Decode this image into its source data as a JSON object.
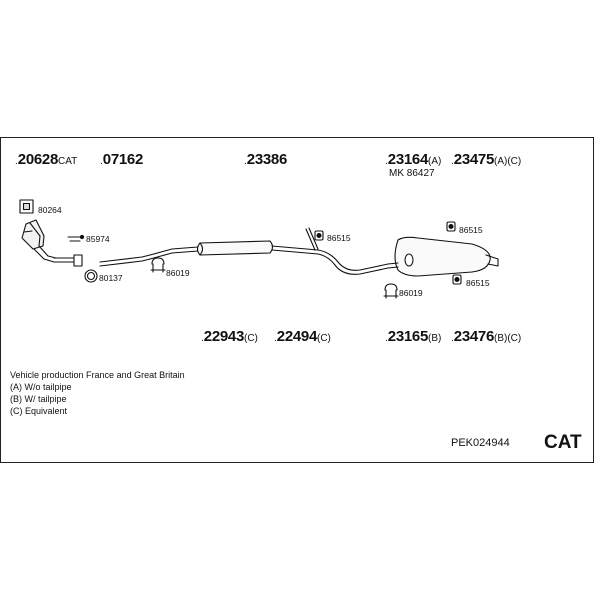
{
  "parts_top": [
    {
      "num": "20628",
      "suffix": "CAT"
    },
    {
      "num": "07162",
      "suffix": ""
    },
    {
      "num": "23386",
      "suffix": ""
    },
    {
      "num": "23164",
      "suffix": "(A)"
    },
    {
      "num": "23475",
      "suffix": "(A)(C)"
    }
  ],
  "parts_bottom": [
    {
      "num": "22943",
      "suffix": "(C)"
    },
    {
      "num": "22494",
      "suffix": "(C)"
    },
    {
      "num": "23165",
      "suffix": "(B)"
    },
    {
      "num": "23476",
      "suffix": "(B)(C)"
    }
  ],
  "mk_label": "MK  86427",
  "small_parts": {
    "p80264": "80264",
    "p85974": "85974",
    "p80137": "80137",
    "p86019a": "86019",
    "p86515a": "86515",
    "p86515b": "86515",
    "p86515c": "86515",
    "p86019b": "86019"
  },
  "notes": [
    "Vehicle production France and Great Britain",
    "(A) W/o tailpipe",
    "(B) W/ tailpipe",
    "(C) Equivalent"
  ],
  "product_code": "PEK024944",
  "category": "CAT"
}
